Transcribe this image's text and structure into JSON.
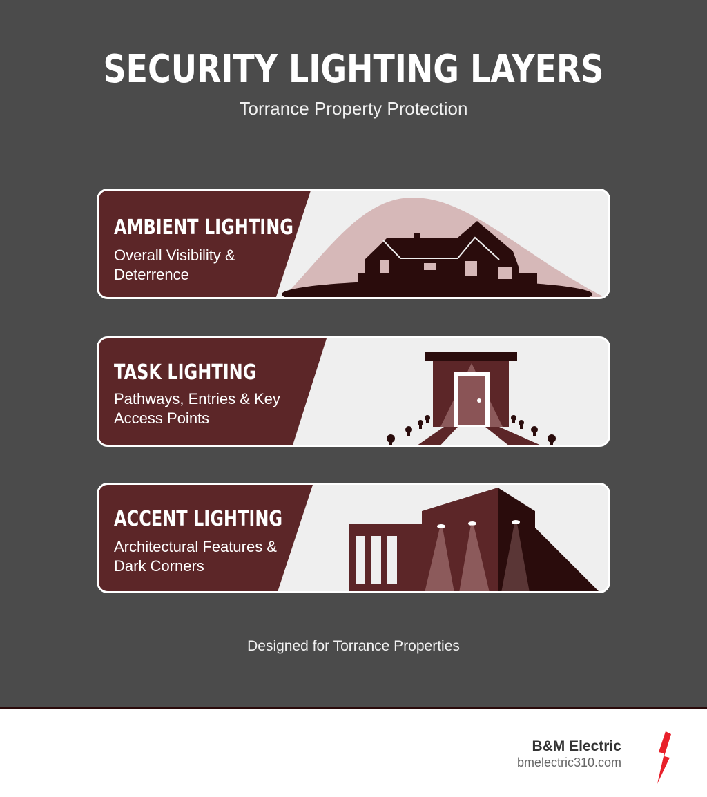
{
  "header": {
    "title": "SECURITY LIGHTING LAYERS",
    "subtitle": "Torrance Property Protection"
  },
  "layers": [
    {
      "heading": "AMBIENT LIGHTING",
      "description": "Overall Visibility & Deterrence",
      "icon": "house-with-light-dome-icon"
    },
    {
      "heading": "TASK LIGHTING",
      "description": "Pathways, Entries & Key Access Points",
      "icon": "doorway-with-path-lights-icon"
    },
    {
      "heading": "ACCENT LIGHTING",
      "description": "Architectural Features & Dark Corners",
      "icon": "building-with-spotlights-icon"
    }
  ],
  "footnote": "Designed for Torrance Properties",
  "footer": {
    "brand_name": "B&M Electric",
    "brand_url": "bmelectric310.com",
    "logo_icon": "lightning-bolt-icon"
  },
  "colors": {
    "background": "#4b4b4b",
    "accent": "#5c2628",
    "dark": "#2a0c0c",
    "light_glow": "#d6b8b8",
    "logo_red": "#e8202a"
  }
}
